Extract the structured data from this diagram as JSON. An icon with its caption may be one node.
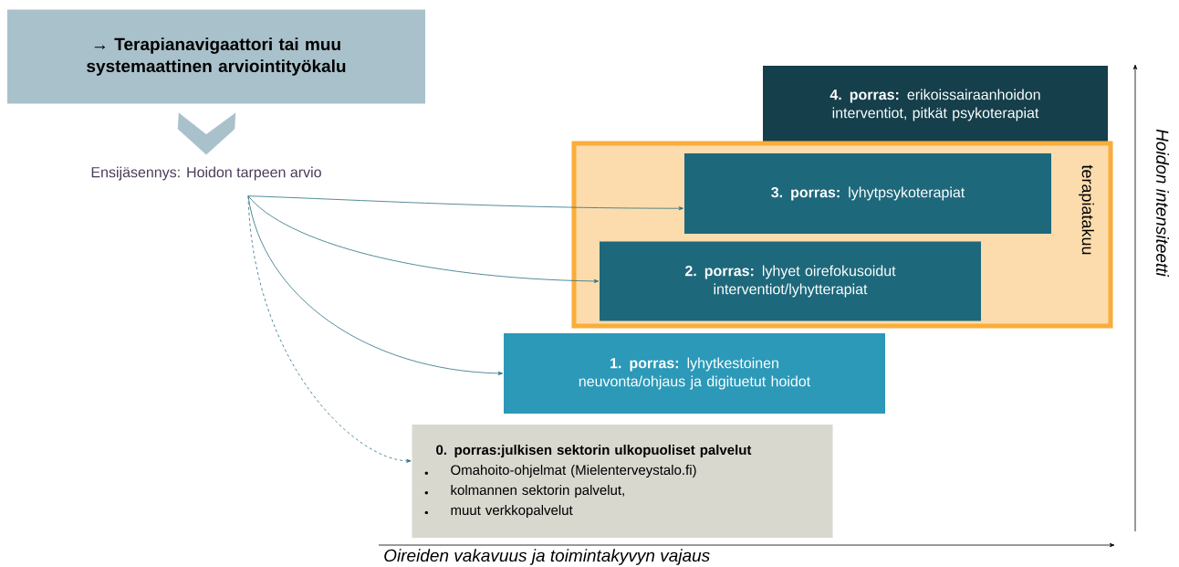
{
  "diagram": {
    "nodes": [
      {
        "text": [
          "→ Terapianavigaattori tai muu systemaattinen arviointityökalu"
        ]
      },
      {
        "text": [
          "Ensijäsennys: Hoidon tarpeen arvio"
        ]
      },
      {
        "text": [
          "**4. porras:** erikoissairaanhoidon interventiot, pitkät psykoterapiat"
        ]
      },
      {
        "text": [
          "terapiatakuu"
        ]
      },
      {
        "text": [
          "**3. porras:** lyhytpsykoterapiat"
        ],
        "in": 3
      },
      {
        "text": [
          "**2. porras:** lyhyet oirefokusoidut interventiot/lyhytterapiat"
        ],
        "in": 3
      },
      {
        "text": [
          "**1. porras:** lyhytkestoinen neuvonta/ohjaus ja digituetut hoidot"
        ]
      },
      {
        "text": [
          "0. porras:julkisen sektorin ulkopuoliset palvelut",
          "Omahoito-ohjelmat (Mielenterveystalo.fi)",
          "kolmannen sektorin palvelut,",
          "muut verkkopalvelut"
        ]
      }
    ],
    "edges": [
      {
        "from": 0,
        "to": 1,
        "arrow": "to",
        "style": "thick",
        "color": "#a9c1cb"
      },
      {
        "from": 1,
        "to": 4,
        "arrow": "to"
      },
      {
        "from": 1,
        "to": 5,
        "arrow": "to"
      },
      {
        "from": 1,
        "to": 6,
        "arrow": "to"
      },
      {
        "from": 1,
        "to": 7,
        "arrow": "to",
        "style": "dashed"
      }
    ],
    "labels": [
      "Oireiden vakavuus ja toimintakyvyn vajaus",
      "Hoidon intensiteetti"
    ]
  }
}
